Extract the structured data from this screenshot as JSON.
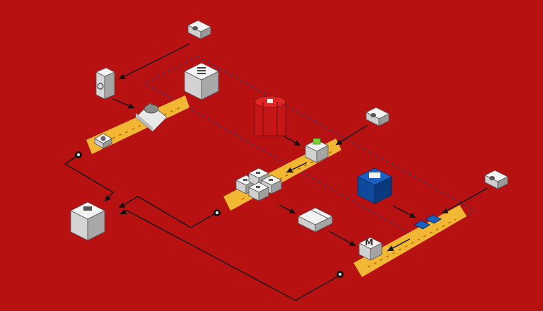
{
  "diagram": {
    "title": "",
    "background_color": "#b81112",
    "belt_color": "#f3b833",
    "node_color": "#f2f2f2",
    "accent_red": "#d11a1a",
    "accent_blue": "#0b4aa0",
    "accent_green": "#7bd23a",
    "badge_marker_label": "",
    "center_badge_letter": "M",
    "nodes": [
      {
        "id": "remote-user-1",
        "kind": "remote-user",
        "icon": "user-icon"
      },
      {
        "id": "remote-user-2",
        "kind": "remote-user",
        "icon": "user-icon"
      },
      {
        "id": "remote-user-3",
        "kind": "remote-user",
        "icon": "user-icon"
      },
      {
        "id": "auth-gateway",
        "kind": "gateway",
        "icon": "vault-icon"
      },
      {
        "id": "load-balancer",
        "kind": "router",
        "icon": "router-icon"
      },
      {
        "id": "web-cluster",
        "kind": "server",
        "icon": "server-rack-icon"
      },
      {
        "id": "red-database",
        "kind": "database",
        "icon": "database-icon"
      },
      {
        "id": "app-server",
        "kind": "app",
        "icon": "app-icon"
      },
      {
        "id": "server-grid",
        "kind": "cluster",
        "icon": "grid-icon"
      },
      {
        "id": "storage-block",
        "kind": "storage",
        "icon": "storage-icon"
      },
      {
        "id": "blue-database",
        "kind": "database",
        "icon": "database-icon"
      },
      {
        "id": "mail-node",
        "kind": "mail",
        "icon": "mail-icon"
      },
      {
        "id": "main-datacenter",
        "kind": "datacenter",
        "icon": "building-icon"
      }
    ]
  }
}
